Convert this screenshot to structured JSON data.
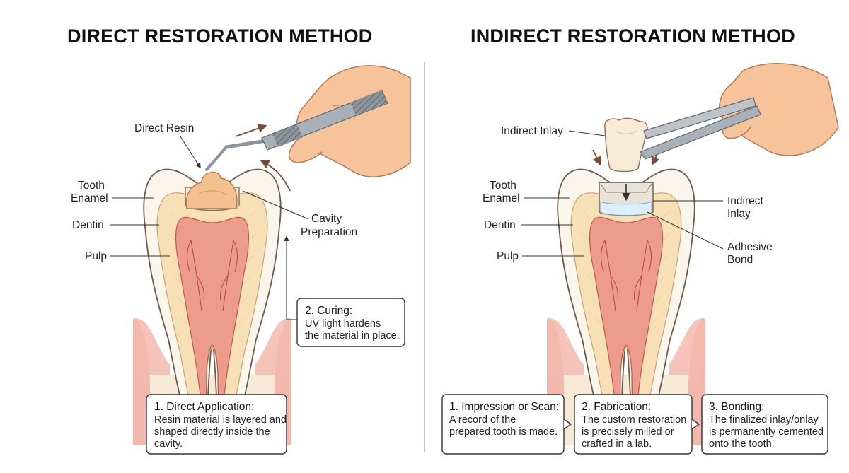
{
  "direct": {
    "title": "DIRECT RESTORATION METHOD",
    "labels": {
      "direct_resin": "Direct Resin",
      "tooth_enamel": [
        "Tooth",
        "Enamel"
      ],
      "dentin": "Dentin",
      "pulp": "Pulp",
      "cavity_preparation": [
        "Cavity",
        "Preparation"
      ]
    },
    "steps": [
      {
        "title": "1. Direct Application:",
        "lines": [
          "Resin material is layered and",
          "shaped directly inside the",
          "cavity."
        ]
      },
      {
        "title": "2. Curing:",
        "lines": [
          "UV light hardens",
          "the material in place."
        ]
      }
    ]
  },
  "indirect": {
    "title": "INDIRECT RESTORATION METHOD",
    "labels": {
      "indirect_inlay_top": "Indirect Inlay",
      "tooth_enamel": [
        "Tooth",
        "Enamel"
      ],
      "dentin": "Dentin",
      "pulp": "Pulp",
      "indirect_inlay_side": [
        "Indirect",
        "Inlay"
      ],
      "adhesive_bond": [
        "Adhesive",
        "Bond"
      ]
    },
    "steps": [
      {
        "title": "1. Impression or Scan:",
        "lines": [
          "A record of the",
          "prepared tooth is made."
        ]
      },
      {
        "title": "2. Fabrication:",
        "lines": [
          "The custom restoration",
          "is precisely milled or",
          "crafted in a lab."
        ]
      },
      {
        "title": "3. Bonding:",
        "lines": [
          "The finalized inlay/onlay",
          "is permanently cemented",
          "onto the tooth."
        ]
      }
    ]
  },
  "colors": {
    "enamel": "#fbf6ec",
    "dentin": "#f7dfb6",
    "pulp": "#ec9b8c",
    "gum": "#f3b8ad",
    "bone": "#f6ead6",
    "resin": "#f2c18f",
    "skin": "#f6c39b",
    "metal": "#9aa2aa",
    "adhesive": "#dcefff",
    "inlay": "#f7ebd6"
  }
}
